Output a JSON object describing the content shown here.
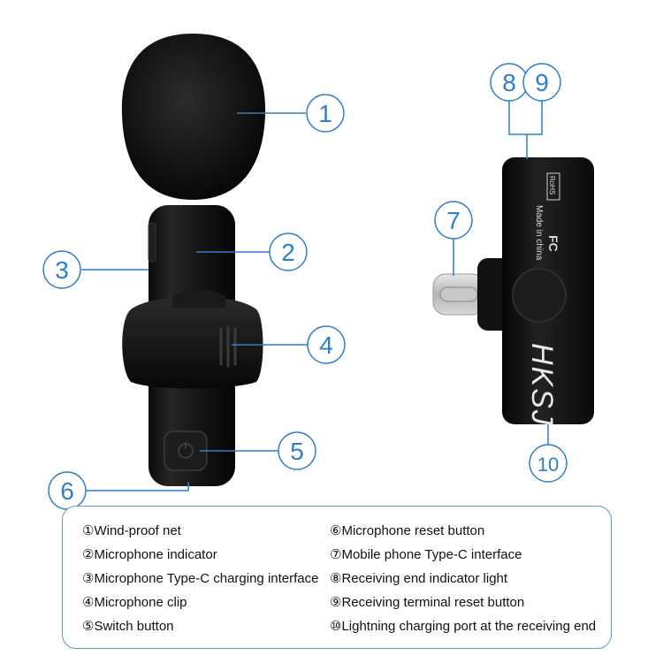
{
  "callouts": [
    {
      "id": 1,
      "label": "1"
    },
    {
      "id": 2,
      "label": "2"
    },
    {
      "id": 3,
      "label": "3"
    },
    {
      "id": 4,
      "label": "4"
    },
    {
      "id": 5,
      "label": "5"
    },
    {
      "id": 6,
      "label": "6"
    },
    {
      "id": 7,
      "label": "7"
    },
    {
      "id": 8,
      "label": "8"
    },
    {
      "id": 9,
      "label": "9"
    },
    {
      "id": 10,
      "label": "10"
    }
  ],
  "receiver": {
    "brand_logo": "HKSJ",
    "markings": [
      "RoHS",
      "Made in china",
      "FC"
    ]
  },
  "legend": {
    "left": [
      "①Wind-proof net",
      "②Microphone indicator",
      "③Microphone Type-C charging interface",
      "④Microphone clip",
      "⑤Switch button"
    ],
    "right": [
      "⑥Microphone reset button",
      "⑦Mobile phone Type-C interface",
      "⑧Receiving end indicator light",
      "⑨Receiving terminal reset button",
      "⑩Lightning charging port at the receiving end"
    ]
  },
  "colors": {
    "accent": "#2e7fc9",
    "device": "#161616",
    "legend_border": "#5a9bd5"
  }
}
